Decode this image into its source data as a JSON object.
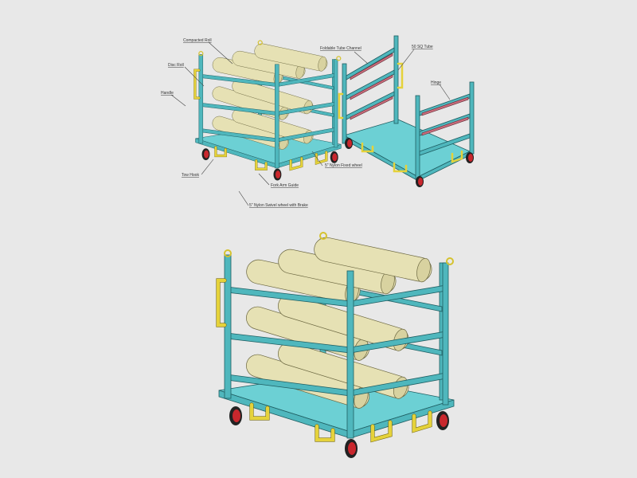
{
  "colors": {
    "background": "#e8e8e8",
    "frame": "#4fb7bd",
    "deck": "#6cd0d4",
    "roll": "#e6e1b4",
    "handle": "#e5d23a",
    "wheel": "#c9272d",
    "pad": "#c96b7a"
  },
  "labels": {
    "compacted_roll": "Compacted Roll",
    "disc_roll": "Disc Roll",
    "handle": "Handle",
    "tow_hook": "Tow Hook",
    "fork_arm_guide": "Fork Arm Guide",
    "swivel_wheel": "5\" Nylon Swivel wheel with Brake",
    "fixed_wheel": "5\" Nylon Fixed wheel",
    "foldable_channel": "Foldable Tube Channel",
    "sq_tube": "50 SQ Tube",
    "hinge": "Hinge"
  }
}
